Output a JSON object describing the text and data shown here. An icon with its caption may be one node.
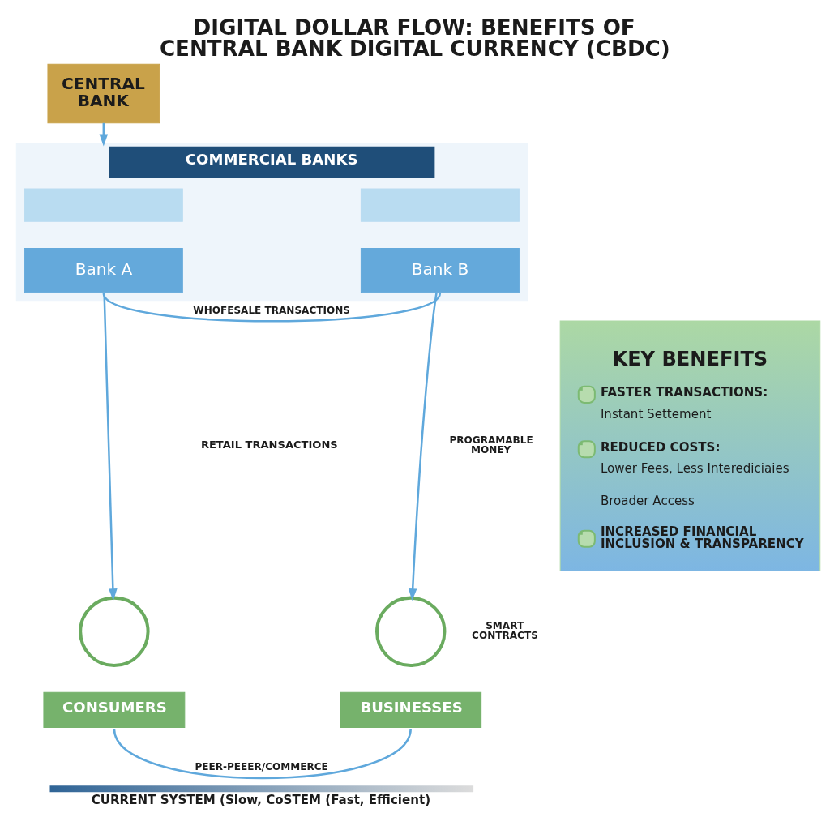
{
  "diagram": {
    "title": "DIGITAL DOLLAR FLOW: BENEFITS OF CENTRAL BANK DIGITAL CURRENCY (CBDC)",
    "nodes": [
      {
        "text": [
          "CENTRAL BANK"
        ]
      },
      {
        "text": [
          "COMMERCIAL BANKS"
        ]
      },
      {
        "text": [],
        "shape": "box",
        "in": 1
      },
      {
        "text": [],
        "shape": "box",
        "in": 1
      },
      {
        "text": [
          "Bank A"
        ],
        "in": 1
      },
      {
        "text": [
          "Bank B"
        ],
        "in": 1
      },
      {
        "text": [],
        "shape": "circle"
      },
      {
        "text": [],
        "shape": "circle"
      },
      {
        "text": [
          "CONSUMERS"
        ]
      },
      {
        "text": [
          "BUSINESSES"
        ]
      },
      {
        "text": [
          "KEY BENEFITS",
          "FASTER TRANSACTIONS:",
          "Instant Settement",
          "REDUCED COSTS:",
          "Lower Fees, Less Interediciaies",
          "Broader Access",
          "INCREASED FINANCIAL INCLUSION & TRANSPARENCY"
        ]
      }
    ],
    "edges": [
      {
        "from": 0,
        "to": 1,
        "arrow": "to"
      },
      {
        "from": 4,
        "to": 5,
        "arrow": "none",
        "label": "WHOFESALE TRANSACTIONS"
      },
      {
        "from": 4,
        "to": 6,
        "arrow": "to"
      },
      {
        "from": 5,
        "to": 7,
        "arrow": "to"
      },
      {
        "from": 8,
        "to": 9,
        "arrow": "none",
        "label": "PEER-PEEER/COMMERCE"
      }
    ],
    "labels": [
      "PROGRAMABLE MONEY",
      "RETAIL TRANSACTIONS",
      "SMART CONTRACTS",
      "CURRENT SYSTEM (Slow, CoSTEM (Fast, Efficient)"
    ]
  }
}
